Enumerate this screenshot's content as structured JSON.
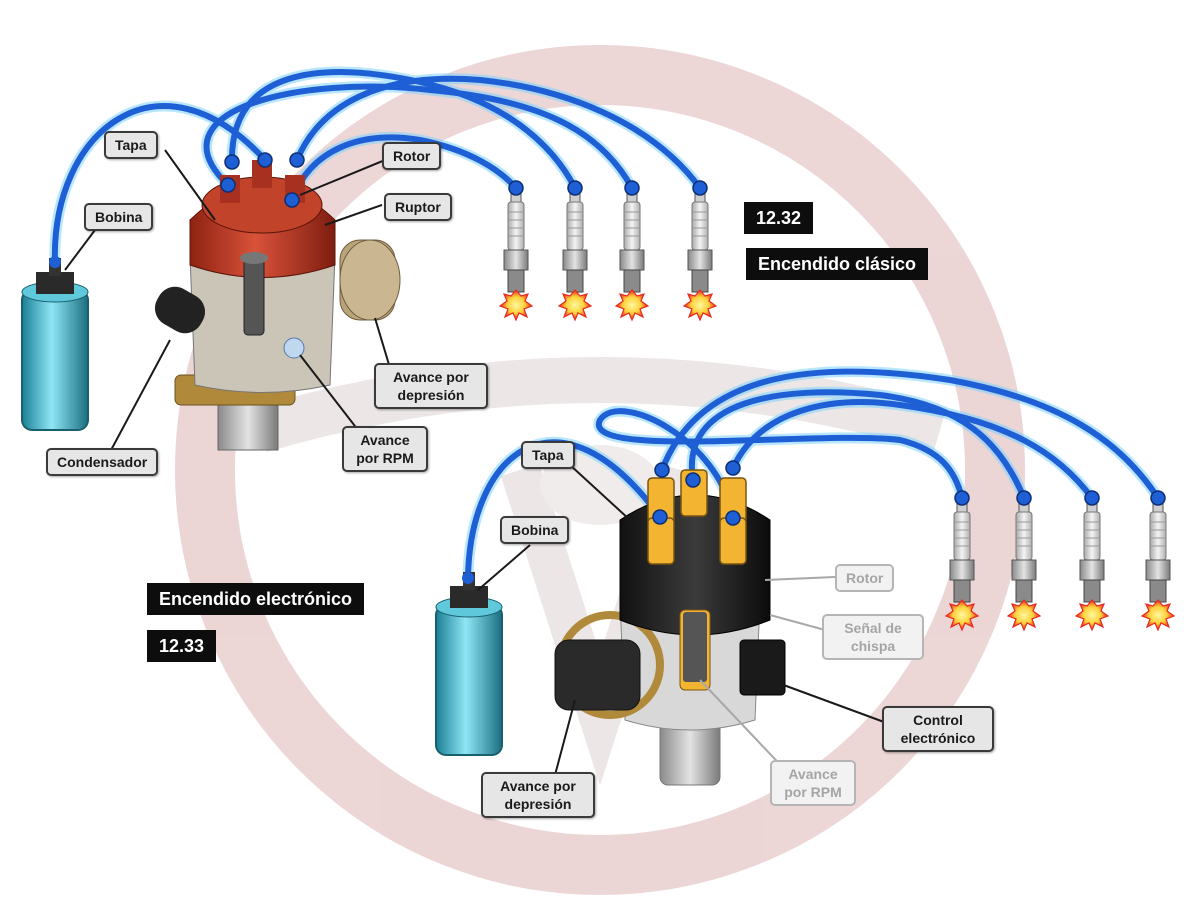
{
  "figures": {
    "classic": {
      "number": "12.32",
      "title": "Encendido clásico",
      "labels": {
        "tapa": "Tapa",
        "bobina": "Bobina",
        "rotor": "Rotor",
        "ruptor": "Ruptor",
        "condensador": "Condensador",
        "avance_depresion": "Avance por depresión",
        "avance_rpm": "Avance por RPM"
      }
    },
    "electronic": {
      "number": "12.33",
      "title": "Encendido electrónico",
      "labels": {
        "tapa": "Tapa",
        "bobina": "Bobina",
        "rotor": "Rotor",
        "senal_chispa": "Señal de chispa",
        "control_electronico": "Control electrónico",
        "avance_depresion": "Avance por depresión",
        "avance_rpm": "Avance por RPM"
      }
    }
  },
  "colors": {
    "wire": "#1f5fd6",
    "wire_glow": "#7fd3ff",
    "classic_cap": "#b8341f",
    "electronic_cap": "#1b1b1b",
    "electronic_towers": "#f2b431",
    "coil": "#3ab7cf",
    "watermark": "#dcb4b4",
    "spark": "#e8281f"
  },
  "icons": [
    "ignition-coil-icon",
    "distributor-icon",
    "spark-plug-icon",
    "spark-icon",
    "watermark-logo"
  ]
}
